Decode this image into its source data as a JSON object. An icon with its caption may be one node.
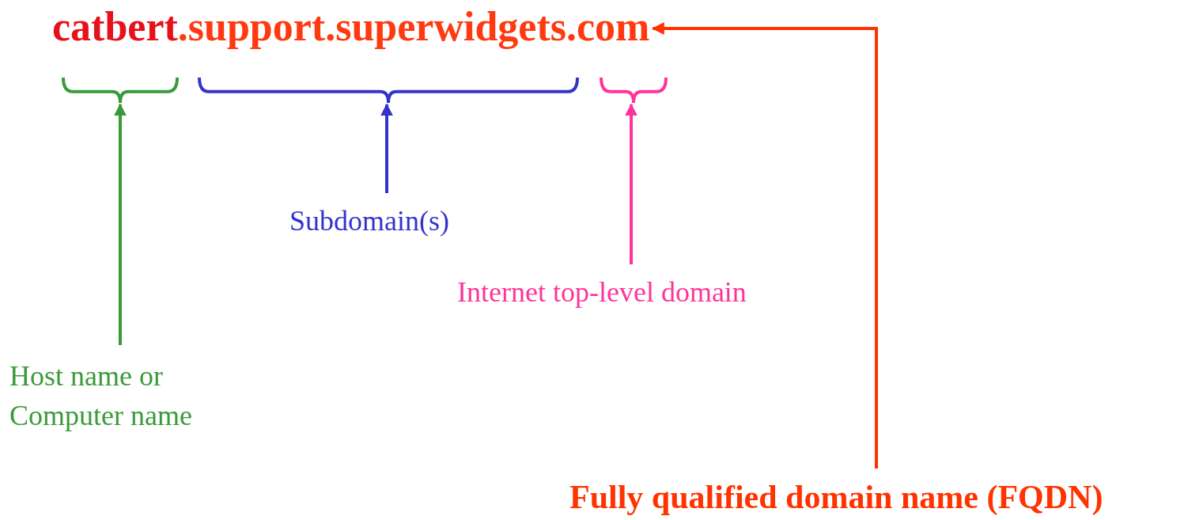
{
  "diagram": {
    "nodes": [
      {
        "text": [
          "catbert",
          ".support.superwidgets.com"
        ]
      },
      {
        "text": [],
        "shape": "brace"
      },
      {
        "text": [],
        "shape": "brace"
      },
      {
        "text": [],
        "shape": "brace"
      },
      {
        "text": [
          "Host name or Computer name"
        ]
      },
      {
        "text": [
          "Subdomain(s)"
        ]
      },
      {
        "text": [
          "Internet top-level domain"
        ]
      },
      {
        "text": [
          "Fully qualified domain name (FQDN)"
        ]
      }
    ],
    "edges": [
      {
        "from": 4,
        "to": 1,
        "arrow": "to",
        "color": "#3a9a3a"
      },
      {
        "from": 5,
        "to": 2,
        "arrow": "to",
        "color": "#3333cc"
      },
      {
        "from": 6,
        "to": 3,
        "arrow": "to",
        "color": "#ff3399"
      },
      {
        "from": 7,
        "to": 0,
        "arrow": "to",
        "color": "#ff3300"
      }
    ]
  }
}
